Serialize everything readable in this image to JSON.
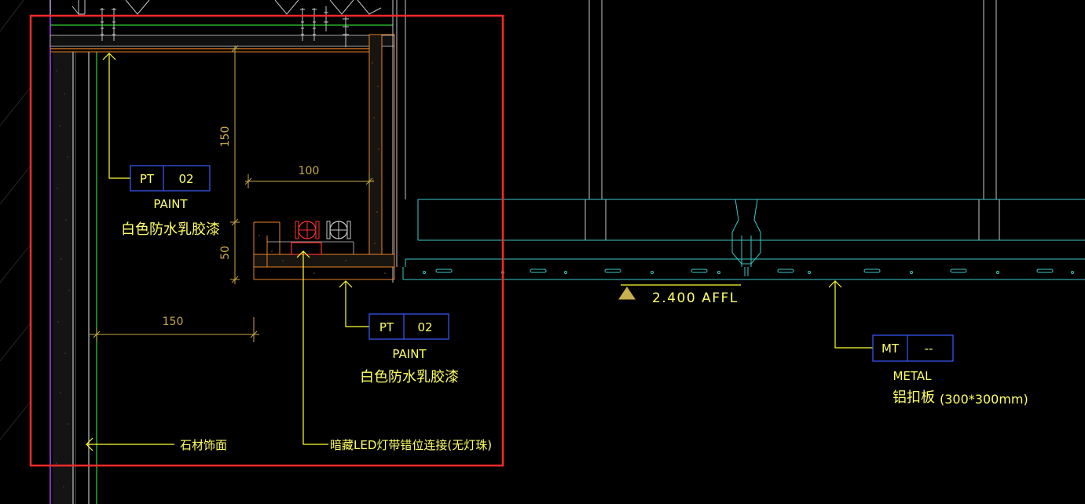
{
  "colors": {
    "background": "#000000",
    "selection": "#ff2a2a",
    "annotation": "#ffff33",
    "tag_box": "#3c5aff",
    "dimension": "#c8a84a",
    "structure": "#c8c8c8",
    "orange_board": "#e8822a",
    "ceiling_line": "#3cc8c8",
    "stone": "#00c8c8",
    "wall_purple": "#b040ff",
    "wall_green": "#30d030",
    "led_red": "#ff3030",
    "dotted_fill": "#6a5a3a"
  },
  "dimensions": {
    "d_150_vertical": "150",
    "d_100": "100",
    "d_50": "50",
    "d_150_horizontal": "150"
  },
  "tags": {
    "tag1": {
      "code": "PT",
      "number": "02",
      "en": "PAINT",
      "cn": "白色防水乳胶漆"
    },
    "tag2": {
      "code": "PT",
      "number": "02",
      "en": "PAINT",
      "cn": "白色防水乳胶漆"
    },
    "tag3": {
      "code": "MT",
      "number": "--",
      "en": "METAL",
      "cn": "铝扣板",
      "size": "(300*300mm)"
    }
  },
  "labels": {
    "stone_finish": "石材饰面",
    "led_note": "暗藏LED灯带错位连接(无灯珠)",
    "level": "2.400 AFFL"
  },
  "icons": [
    "arrow-up-icon",
    "arrow-left-icon",
    "level-triangle-icon",
    "screw-icon"
  ]
}
